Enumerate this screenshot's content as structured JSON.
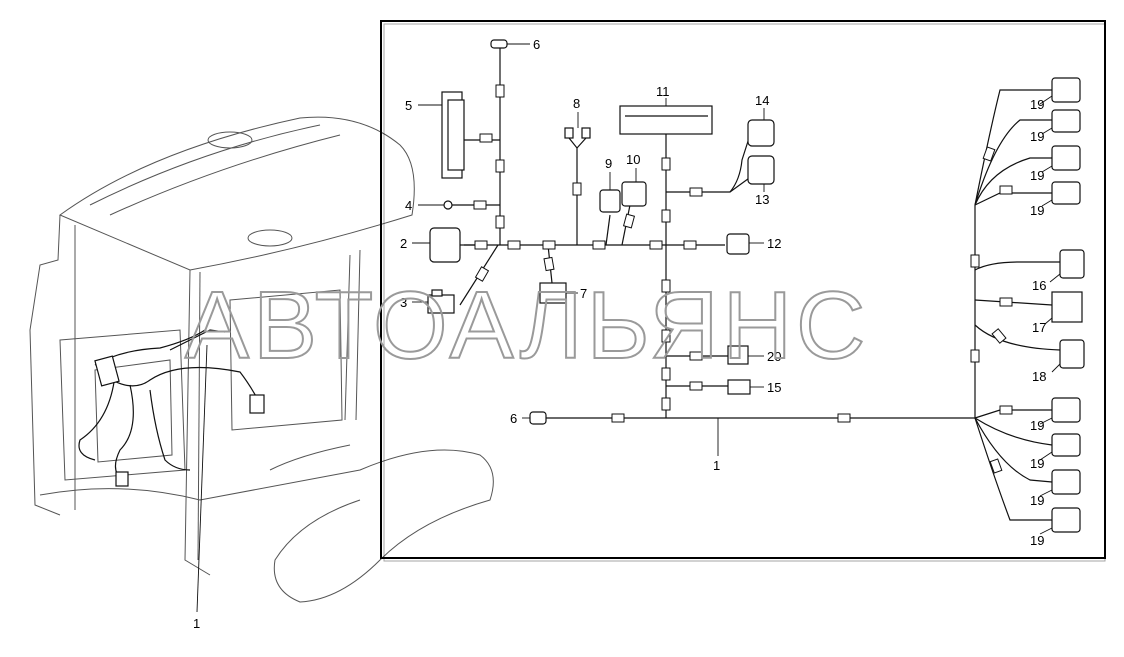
{
  "watermark": "АВТОАЛЬЯНС",
  "callouts": {
    "c1": "1",
    "c2": "2",
    "c3": "3",
    "c4": "4",
    "c5": "5",
    "c6": "6",
    "c7": "7",
    "c8": "8",
    "c9": "9",
    "c10": "10",
    "c11": "11",
    "c12": "12",
    "c13": "13",
    "c14": "14",
    "c15": "15",
    "c16": "16",
    "c17": "17",
    "c18": "18",
    "c19": "19",
    "c20": "20"
  },
  "colors": {
    "line": "#111111",
    "watermark": "#9a9a9a",
    "frame": "#000000"
  }
}
